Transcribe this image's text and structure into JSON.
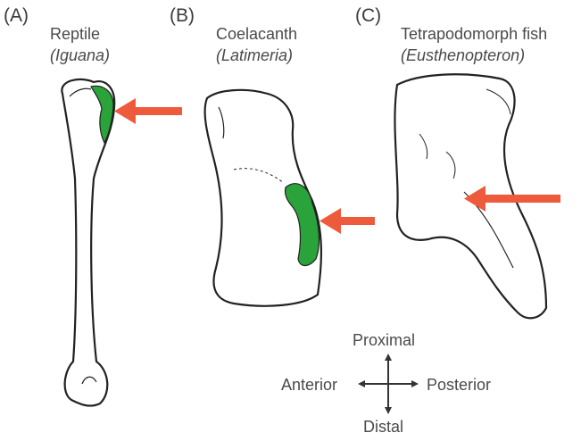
{
  "panels": [
    {
      "letter": "(A)",
      "group": "Reptile",
      "taxon": "(Iguana)"
    },
    {
      "letter": "(B)",
      "group": "Coelacanth",
      "taxon": "(Latimeria)"
    },
    {
      "letter": "(C)",
      "group": "Tetrapodomorph fish",
      "taxon": "(Eusthenopteron)"
    }
  ],
  "compass": {
    "up": "Proximal",
    "down": "Distal",
    "left": "Anterior",
    "right": "Posterior"
  },
  "colors": {
    "highlight": "#2aa33a",
    "arrow": "#ee5a3c",
    "outline": "#222222"
  }
}
